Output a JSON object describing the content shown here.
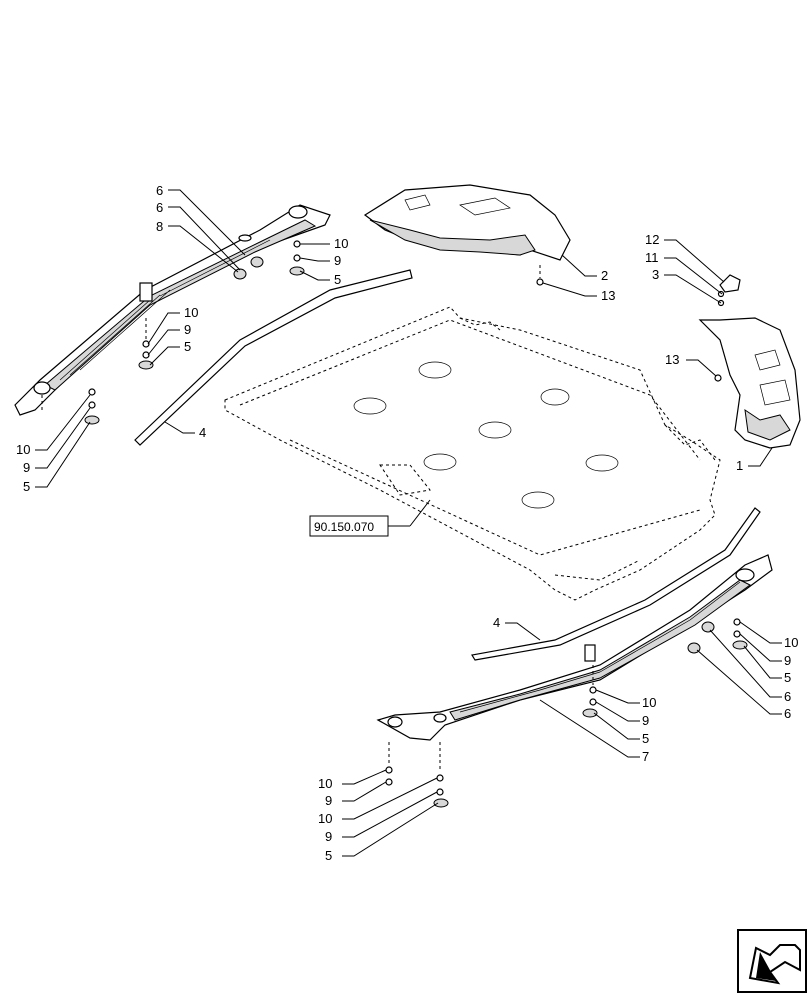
{
  "callouts": {
    "c6a": "6",
    "c6b": "6",
    "c8": "8",
    "c10a": "10",
    "c9a": "9",
    "c5a": "5",
    "c10b": "10",
    "c9b": "9",
    "c5b": "5",
    "c10c": "10",
    "c9c": "9",
    "c5c": "5",
    "c4a": "4",
    "c2": "2",
    "c13a": "13",
    "c12": "12",
    "c11": "11",
    "c3": "3",
    "c13b": "13",
    "c1": "1",
    "c4b": "4",
    "c10d": "10",
    "c9d": "9",
    "c5d": "5",
    "c6c": "6",
    "c6d": "6",
    "c10e": "10",
    "c9e": "9",
    "c5e": "5",
    "c7": "7",
    "c10f": "10",
    "c9f": "9",
    "c10g": "10",
    "c9g": "9",
    "c5f": "5"
  },
  "reference_label": "90.150.070",
  "icons": {
    "nav_arrow": "back-arrow-icon"
  }
}
